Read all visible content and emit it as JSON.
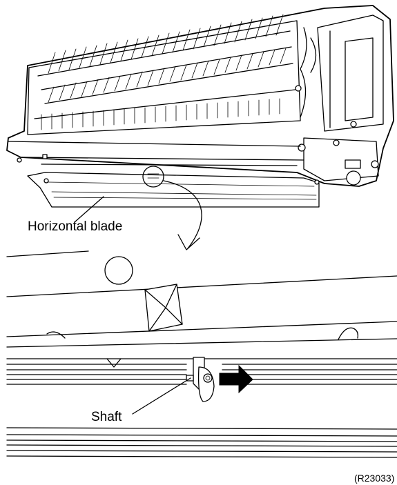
{
  "labels": {
    "horizontal_blade": "Horizontal blade",
    "shaft": "Shaft",
    "reference": "(R23033)"
  },
  "colors": {
    "line": "#000000",
    "background": "#ffffff"
  },
  "icons": {
    "move_direction": "arrow-right-icon",
    "detail_pointer": "curved-arrow-icon"
  }
}
